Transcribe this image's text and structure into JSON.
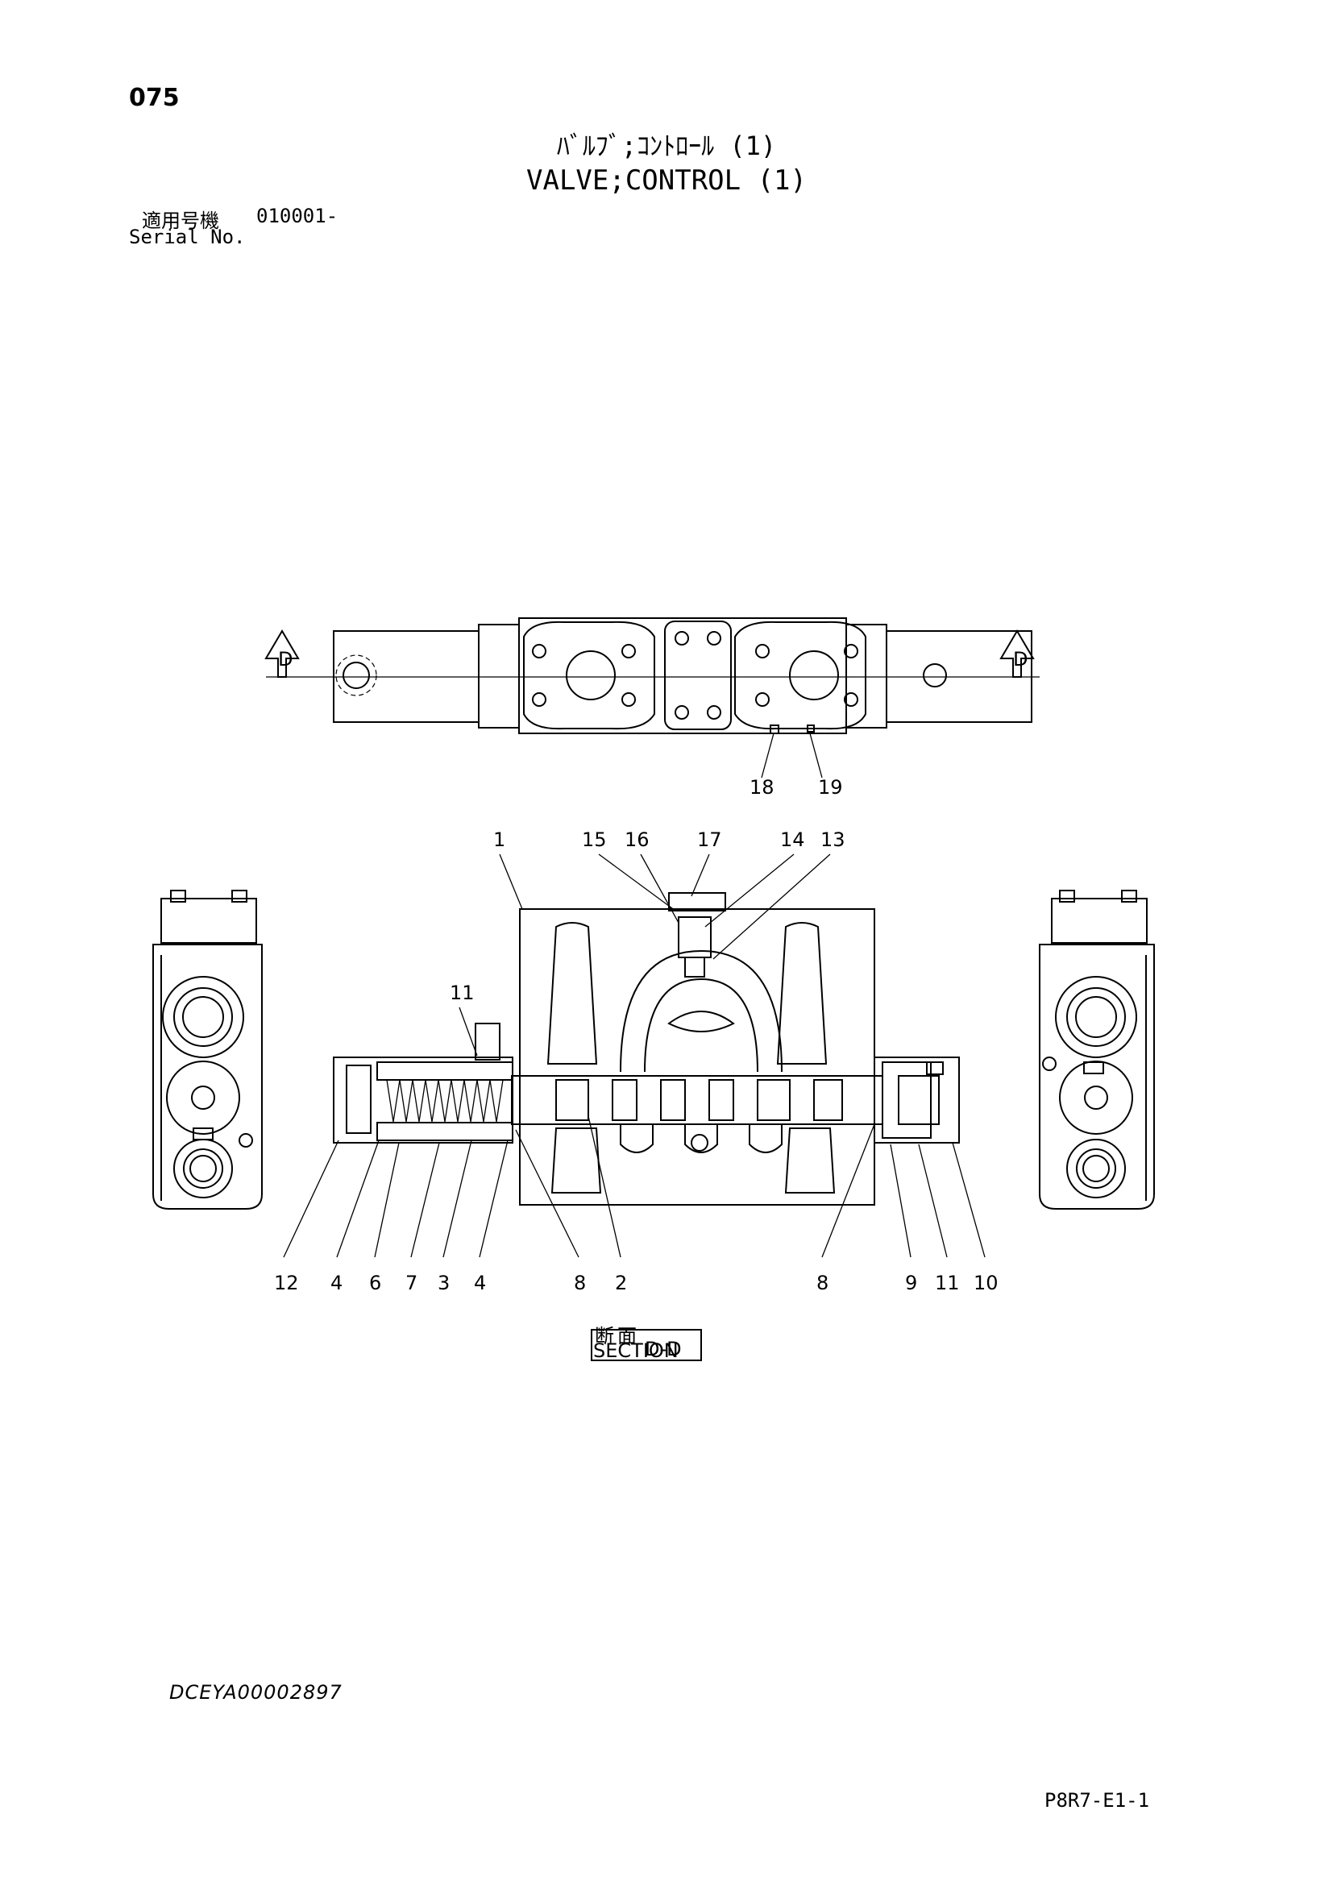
{
  "page_number": "075",
  "title_jp": "ﾊﾞﾙﾌﾞ;ｺﾝﾄﾛｰﾙ (1)",
  "title_en": "VALVE;CONTROL (1)",
  "serial": {
    "label_jp": "適用号機",
    "value": "010001-",
    "label_en": "Serial No."
  },
  "section_arrows": [
    "D",
    "D"
  ],
  "callouts_top": [
    "18",
    "19"
  ],
  "callouts_upper": [
    "1",
    "15",
    "16",
    "17",
    "14",
    "13",
    "11"
  ],
  "callouts_bottom": [
    "12",
    "4",
    "6",
    "7",
    "3",
    "4",
    "8",
    "2",
    "8",
    "9",
    "11",
    "10"
  ],
  "section_label": {
    "kanji_1": "断",
    "kanji_2": "面",
    "word": "SECTION",
    "letter": "D-D"
  },
  "doc_code": "DCEYA00002897",
  "page_code": "P8R7-E1-1"
}
